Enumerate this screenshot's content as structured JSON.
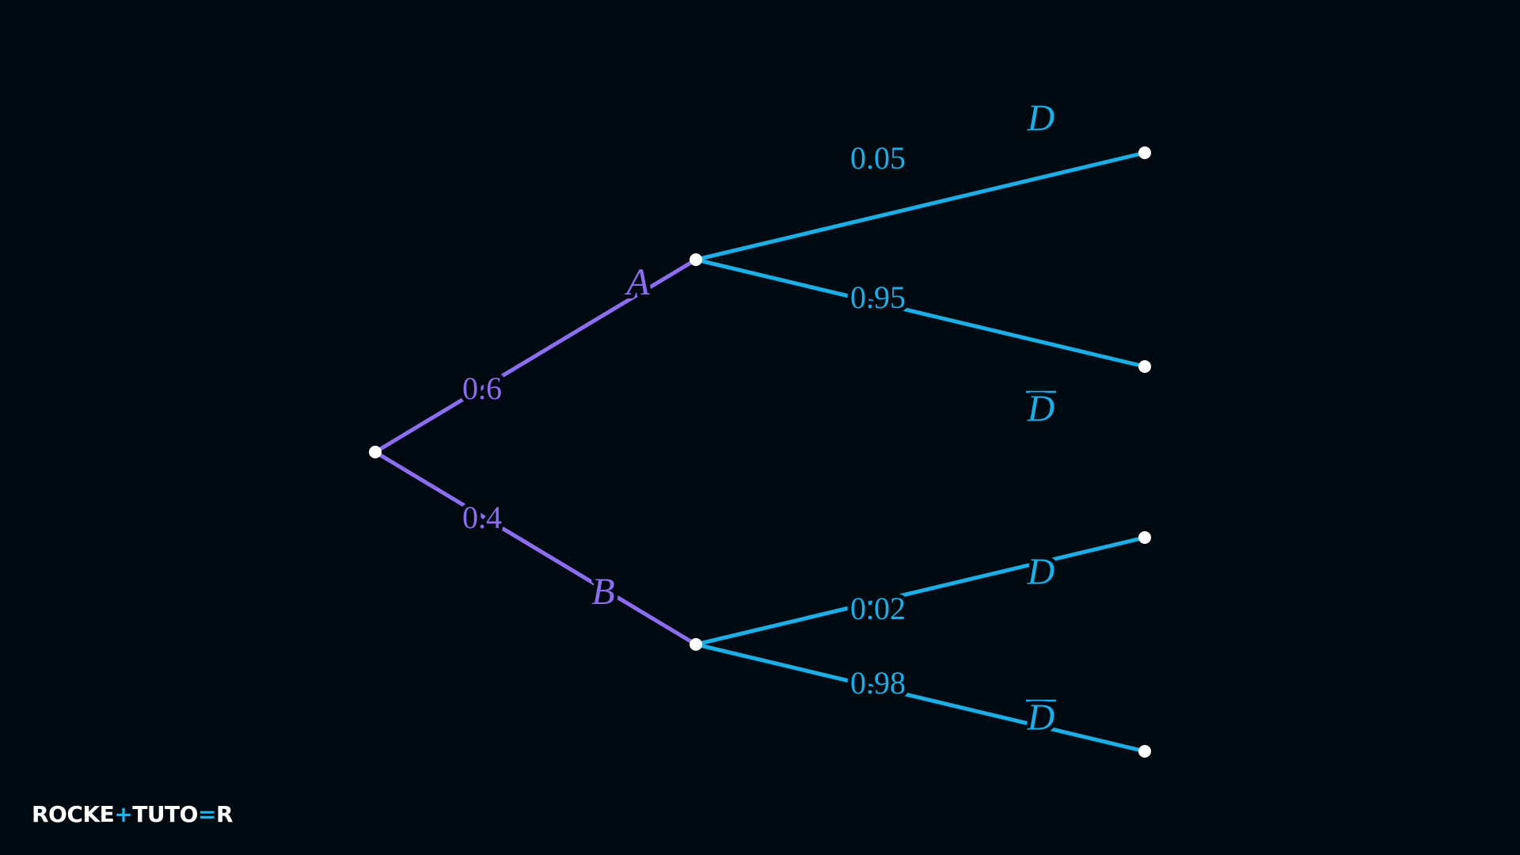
{
  "colors": {
    "background": "#020a11",
    "first_level": "#8c6cf0",
    "second_level": "#19b0ea",
    "node": "#ffffff"
  },
  "tree": {
    "branches": [
      {
        "event": "A",
        "probability": "0.6",
        "children": [
          {
            "event": "D",
            "probability": "0.05",
            "complement": false
          },
          {
            "event": "D",
            "probability": "0.95",
            "complement": true
          }
        ]
      },
      {
        "event": "B",
        "probability": "0.4",
        "children": [
          {
            "event": "D",
            "probability": "0.02",
            "complement": false
          },
          {
            "event": "D",
            "probability": "0.98",
            "complement": true
          }
        ]
      }
    ]
  },
  "logo": {
    "part1": "ROCKE",
    "plus": "+",
    "part2": "TUTO",
    "glyph": "=",
    "part3": "R"
  }
}
